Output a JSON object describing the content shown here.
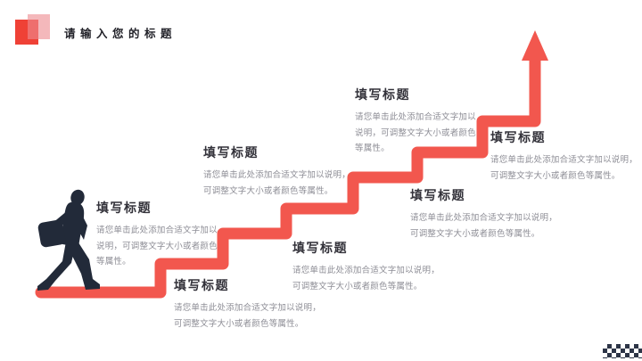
{
  "slide": {
    "title": "请输入您的标题"
  },
  "colors": {
    "accent": "#F2574E",
    "logo_front": "#EF4136",
    "logo_back": "#F2A3A6",
    "silhouette": "#222A39",
    "heading_text": "#33323A",
    "body_text": "#8E8E96",
    "checker": "#2D3547"
  },
  "steps": [
    {
      "title": "填写标题",
      "body": "请您单击此处添加合适文字加以\n说明，可调整文字大小或者颜色\n等属性。"
    },
    {
      "title": "填写标题",
      "body": "请您单击此处添加合适文字加以说明，\n可调整文字大小或者颜色等属性。"
    },
    {
      "title": "填写标题",
      "body": "请您单击此处添加合适文字加以说明，\n可调整文字大小或者颜色等属性。"
    },
    {
      "title": "填写标题",
      "body": "请您单击此处添加合适文字加以说明，\n可调整文字大小或者颜色等属性。"
    },
    {
      "title": "填写标题",
      "body": "请您单击此处添加合适文字加以\n说明，可调整文字大小或者颜色\n等属性。"
    },
    {
      "title": "填写标题",
      "body": "请您单击此处添加合适文字加以说明，\n可调整文字大小或者颜色等属性。"
    },
    {
      "title": "填写标题",
      "body": "请您单击此处添加合适文字加以说明，\n可调整文字大小或者颜色等属性。"
    }
  ]
}
